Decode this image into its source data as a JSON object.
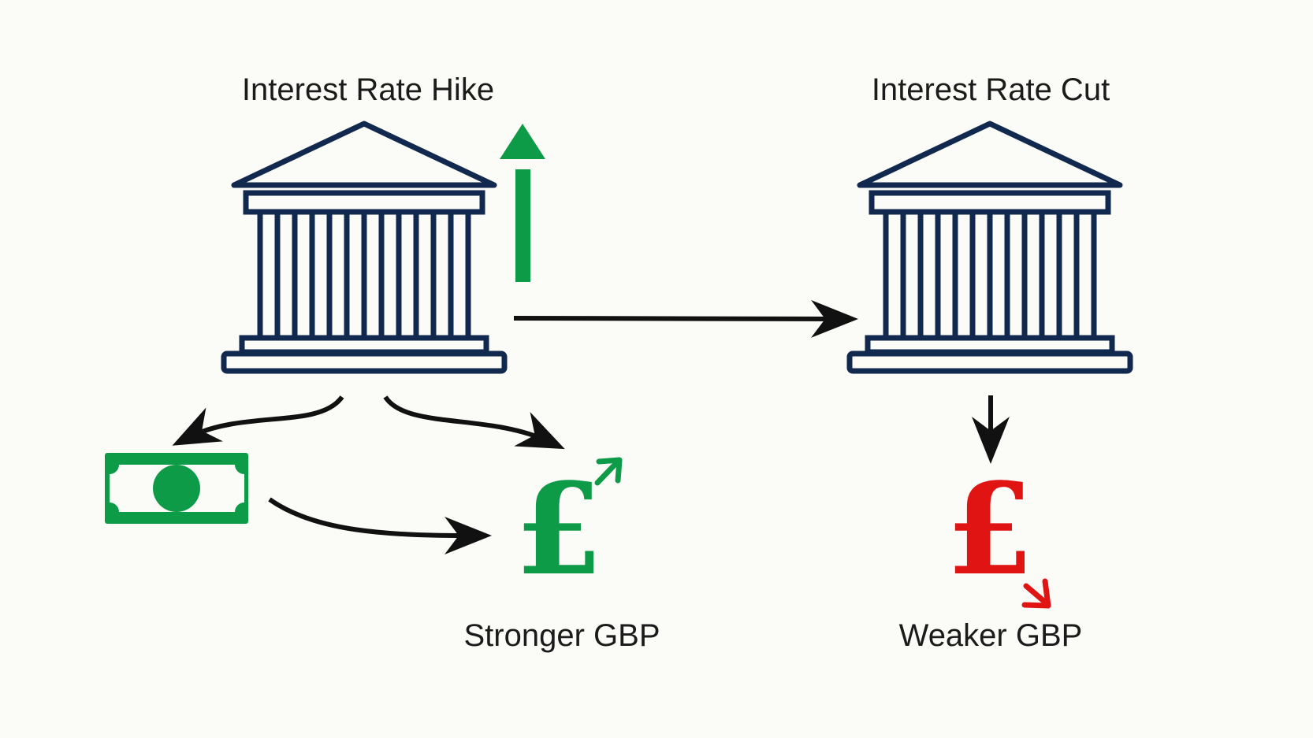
{
  "labels": {
    "hike_title": "Interest Rate Hike",
    "cut_title": "Interest Rate Cut",
    "stronger": "Stronger GBP",
    "weaker": "Weaker GBP"
  },
  "symbols": {
    "pound": "£"
  },
  "colors": {
    "navy": "#12294f",
    "green": "#0e9b47",
    "red": "#e11414",
    "arrow": "#111111",
    "text": "#1b1b1b"
  },
  "icons": {
    "hike_bank": "bank-building-icon",
    "cut_bank": "bank-building-icon",
    "money": "banknote-icon",
    "up_arrow": "arrow-up-icon",
    "strong_pound": "pound-sign-icon",
    "weak_pound": "pound-sign-icon"
  }
}
